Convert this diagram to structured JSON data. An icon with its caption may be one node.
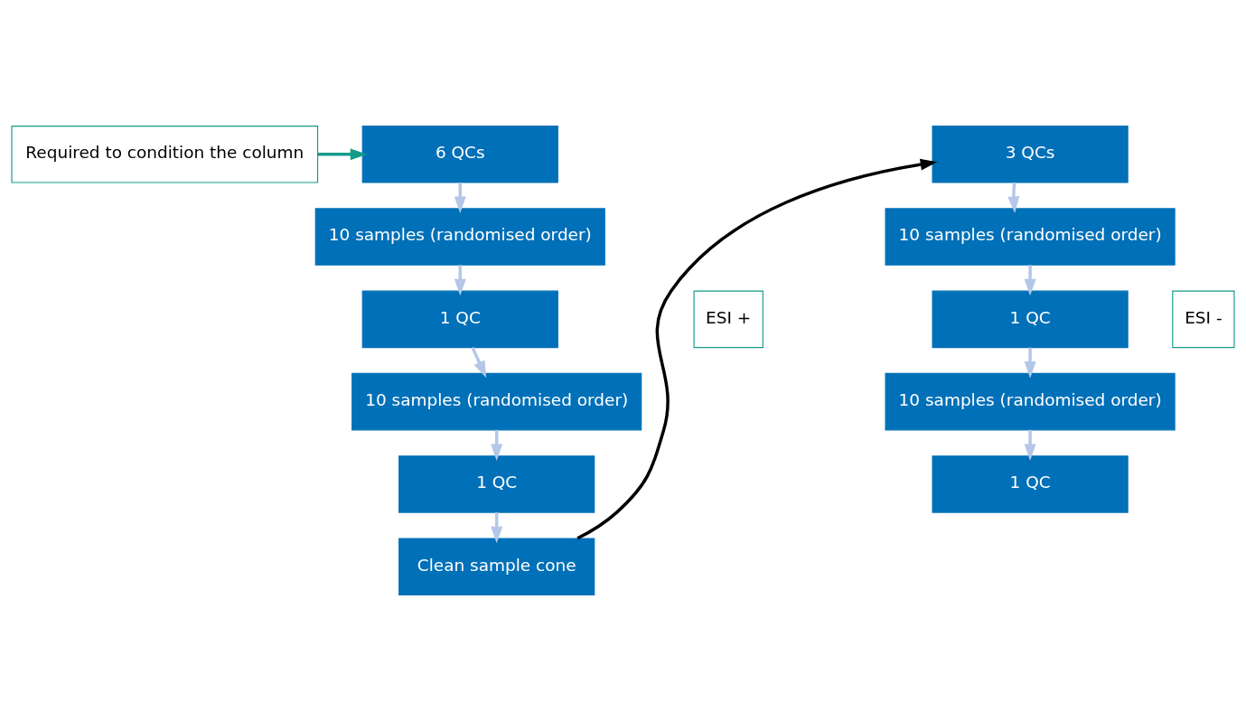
{
  "diagram": {
    "nodes": [
      {
        "text": [
          "Required to condition the column"
        ]
      },
      {
        "text": [
          "6 QCs"
        ]
      },
      {
        "text": [
          "10 samples (randomised order)"
        ]
      },
      {
        "text": [
          "1 QC"
        ]
      },
      {
        "text": [
          "10 samples (randomised order)"
        ]
      },
      {
        "text": [
          "1 QC"
        ]
      },
      {
        "text": [
          "Clean sample cone"
        ]
      },
      {
        "text": [
          "3 QCs"
        ]
      },
      {
        "text": [
          "10 samples (randomised order)"
        ]
      },
      {
        "text": [
          "1 QC"
        ]
      },
      {
        "text": [
          "10 samples (randomised order)"
        ]
      },
      {
        "text": [
          "1 QC"
        ]
      },
      {
        "text": [
          "ESI +"
        ]
      },
      {
        "text": [
          "ESI -"
        ]
      }
    ],
    "edges": [
      {
        "from": 0,
        "to": 1,
        "arrow": "to",
        "color": "#149b8a"
      },
      {
        "from": 1,
        "to": 2,
        "arrow": "to"
      },
      {
        "from": 2,
        "to": 3,
        "arrow": "to"
      },
      {
        "from": 3,
        "to": 4,
        "arrow": "to"
      },
      {
        "from": 4,
        "to": 5,
        "arrow": "to"
      },
      {
        "from": 5,
        "to": 6,
        "arrow": "to"
      },
      {
        "from": 6,
        "to": 7,
        "arrow": "to",
        "color": "#000000"
      },
      {
        "from": 7,
        "to": 8,
        "arrow": "to"
      },
      {
        "from": 8,
        "to": 9,
        "arrow": "to"
      },
      {
        "from": 9,
        "to": 10,
        "arrow": "to"
      },
      {
        "from": 10,
        "to": 11,
        "arrow": "to"
      }
    ]
  }
}
